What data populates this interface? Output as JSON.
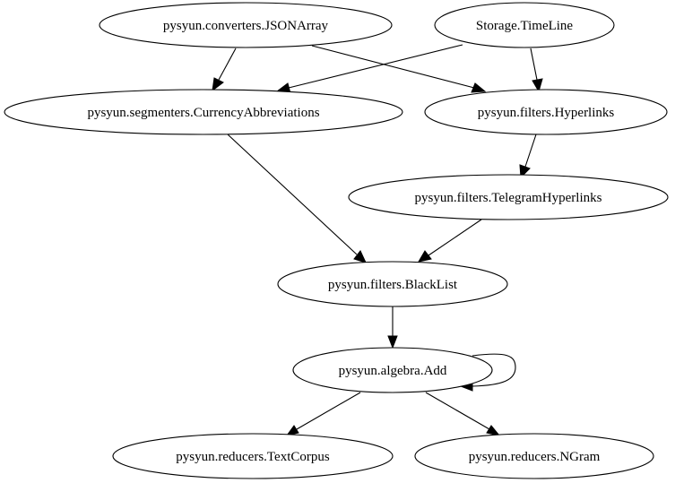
{
  "nodes": {
    "json_array": "pysyun.converters.JSONArray",
    "timeline": "Storage.TimeLine",
    "currency_abbreviations": "pysyun.segmenters.CurrencyAbbreviations",
    "hyperlinks": "pysyun.filters.Hyperlinks",
    "telegram_hyperlinks": "pysyun.filters.TelegramHyperlinks",
    "blacklist": "pysyun.filters.BlackList",
    "algebra_add": "pysyun.algebra.Add",
    "text_corpus": "pysyun.reducers.TextCorpus",
    "ngram": "pysyun.reducers.NGram"
  },
  "edges": [
    {
      "from": "json_array",
      "to": "currency_abbreviations"
    },
    {
      "from": "json_array",
      "to": "hyperlinks"
    },
    {
      "from": "timeline",
      "to": "currency_abbreviations"
    },
    {
      "from": "timeline",
      "to": "hyperlinks"
    },
    {
      "from": "hyperlinks",
      "to": "telegram_hyperlinks"
    },
    {
      "from": "currency_abbreviations",
      "to": "blacklist"
    },
    {
      "from": "telegram_hyperlinks",
      "to": "blacklist"
    },
    {
      "from": "blacklist",
      "to": "algebra_add"
    },
    {
      "from": "algebra_add",
      "to": "algebra_add"
    },
    {
      "from": "algebra_add",
      "to": "text_corpus"
    },
    {
      "from": "algebra_add",
      "to": "ngram"
    }
  ]
}
